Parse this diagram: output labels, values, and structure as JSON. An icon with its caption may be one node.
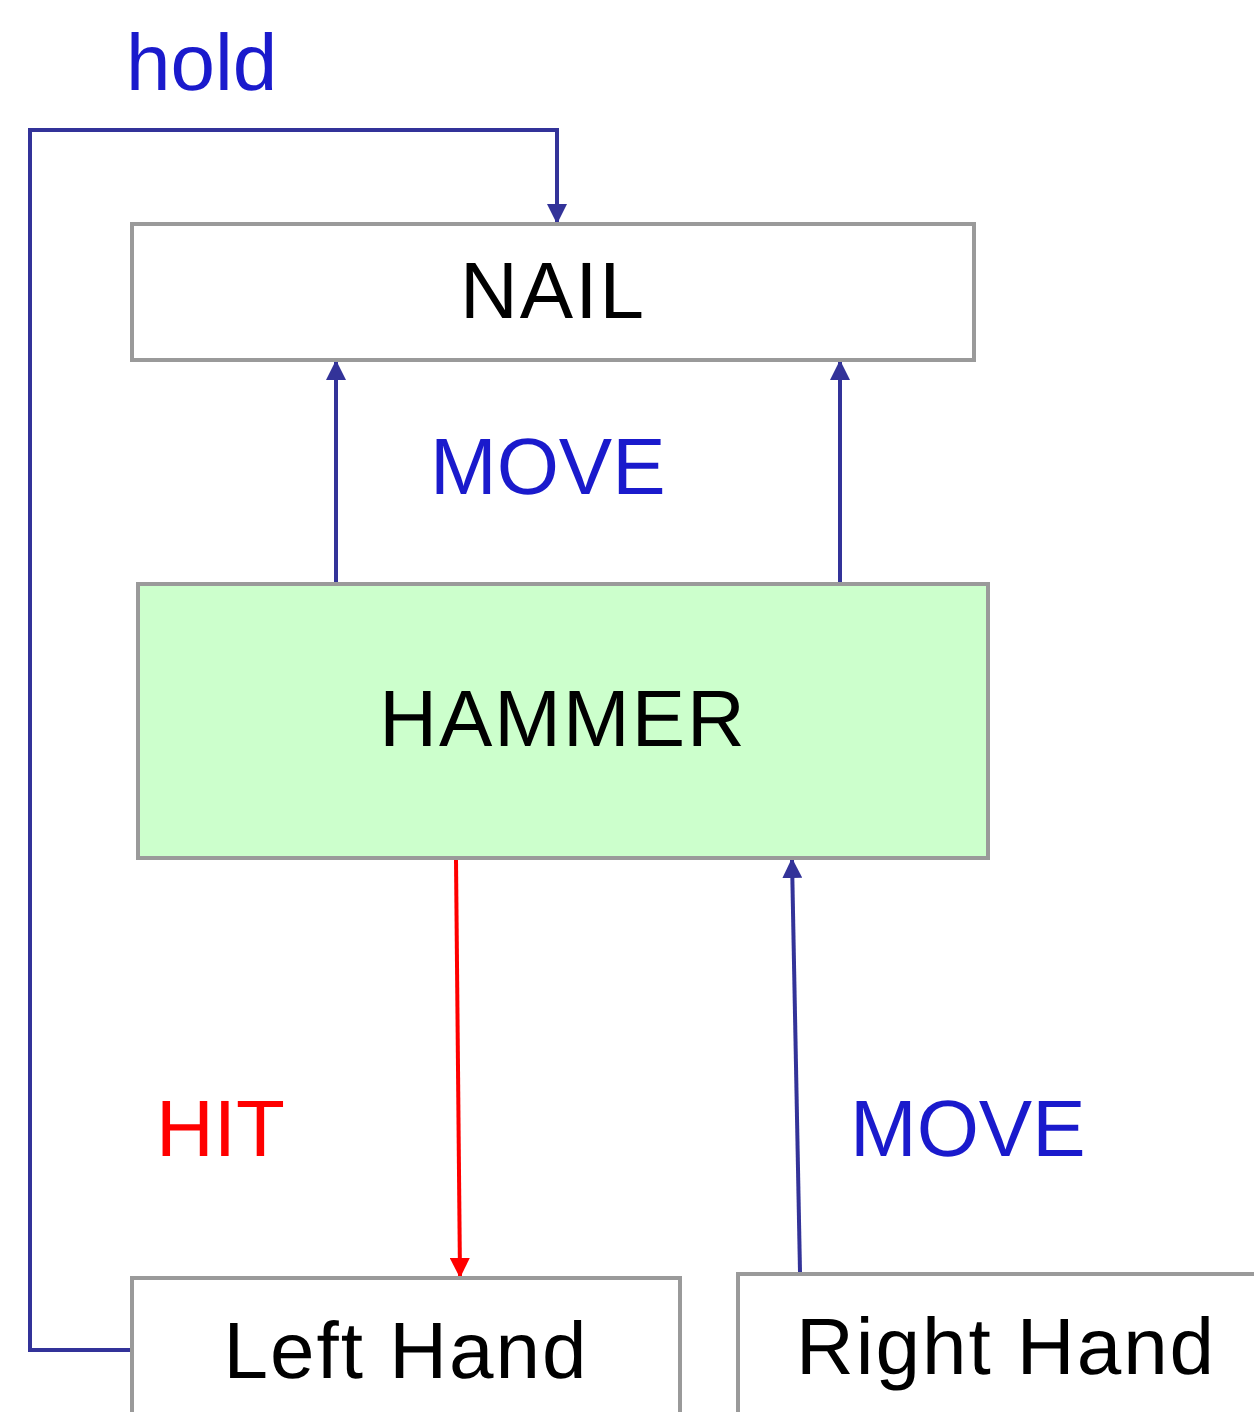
{
  "diagram": {
    "nodes": [
      {
        "text": [
          "NAIL"
        ]
      },
      {
        "text": [
          "HAMMER"
        ]
      },
      {
        "text": [
          "Left Hand"
        ]
      },
      {
        "text": [
          "Right Hand"
        ]
      }
    ],
    "edges": [
      {
        "from": 2,
        "to": 0,
        "arrow": "to",
        "label": "hold"
      },
      {
        "from": 1,
        "to": 0,
        "arrow": "to",
        "label": "MOVE"
      },
      {
        "from": 1,
        "to": 0,
        "arrow": "to"
      },
      {
        "from": 1,
        "to": 2,
        "arrow": "to",
        "label": "HIT",
        "color": "#ff0000"
      },
      {
        "from": 3,
        "to": 1,
        "arrow": "to",
        "label": "MOVE"
      }
    ]
  }
}
